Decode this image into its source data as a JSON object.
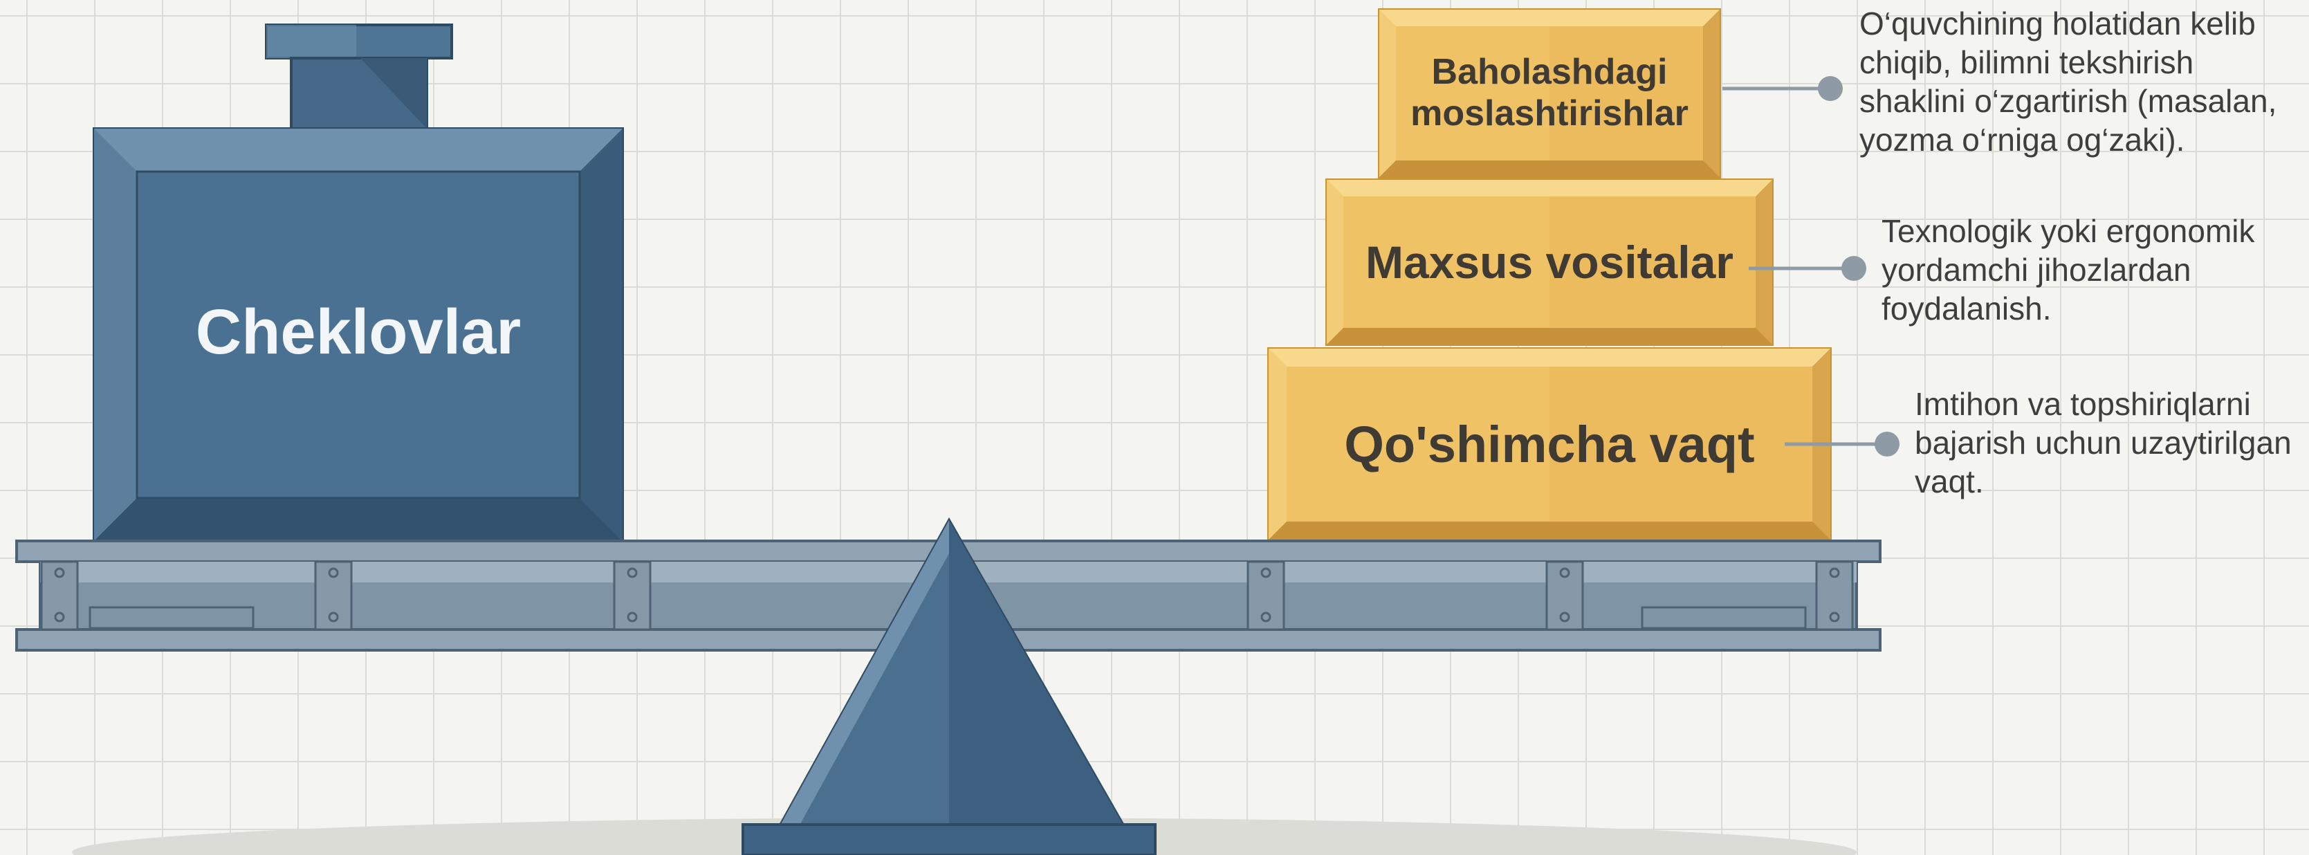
{
  "weight": {
    "label": "Cheklovlar"
  },
  "blocks": [
    {
      "label": "Baholashdagi moslashtirishlar",
      "note": "O‘quvchining holatidan kelib chiqib, bilimni tekshirish shaklini o‘zgartirish (masalan, yozma o‘rniga og‘zaki)."
    },
    {
      "label": "Maxsus vositalar",
      "note": "Texnologik yoki ergonomik yordamchi jihozlardan foydalanish."
    },
    {
      "label": "Qo'shimcha vaqt",
      "note": "Imtihon va topshiriqlarni bajarish uchun uzaytirilgan vaqt."
    }
  ],
  "colors": {
    "steel": "#4a6f8f",
    "steel_dark": "#365672",
    "beam": "#8fa3b2",
    "gold": "#f0c266",
    "gold_dark": "#d6a24a"
  }
}
